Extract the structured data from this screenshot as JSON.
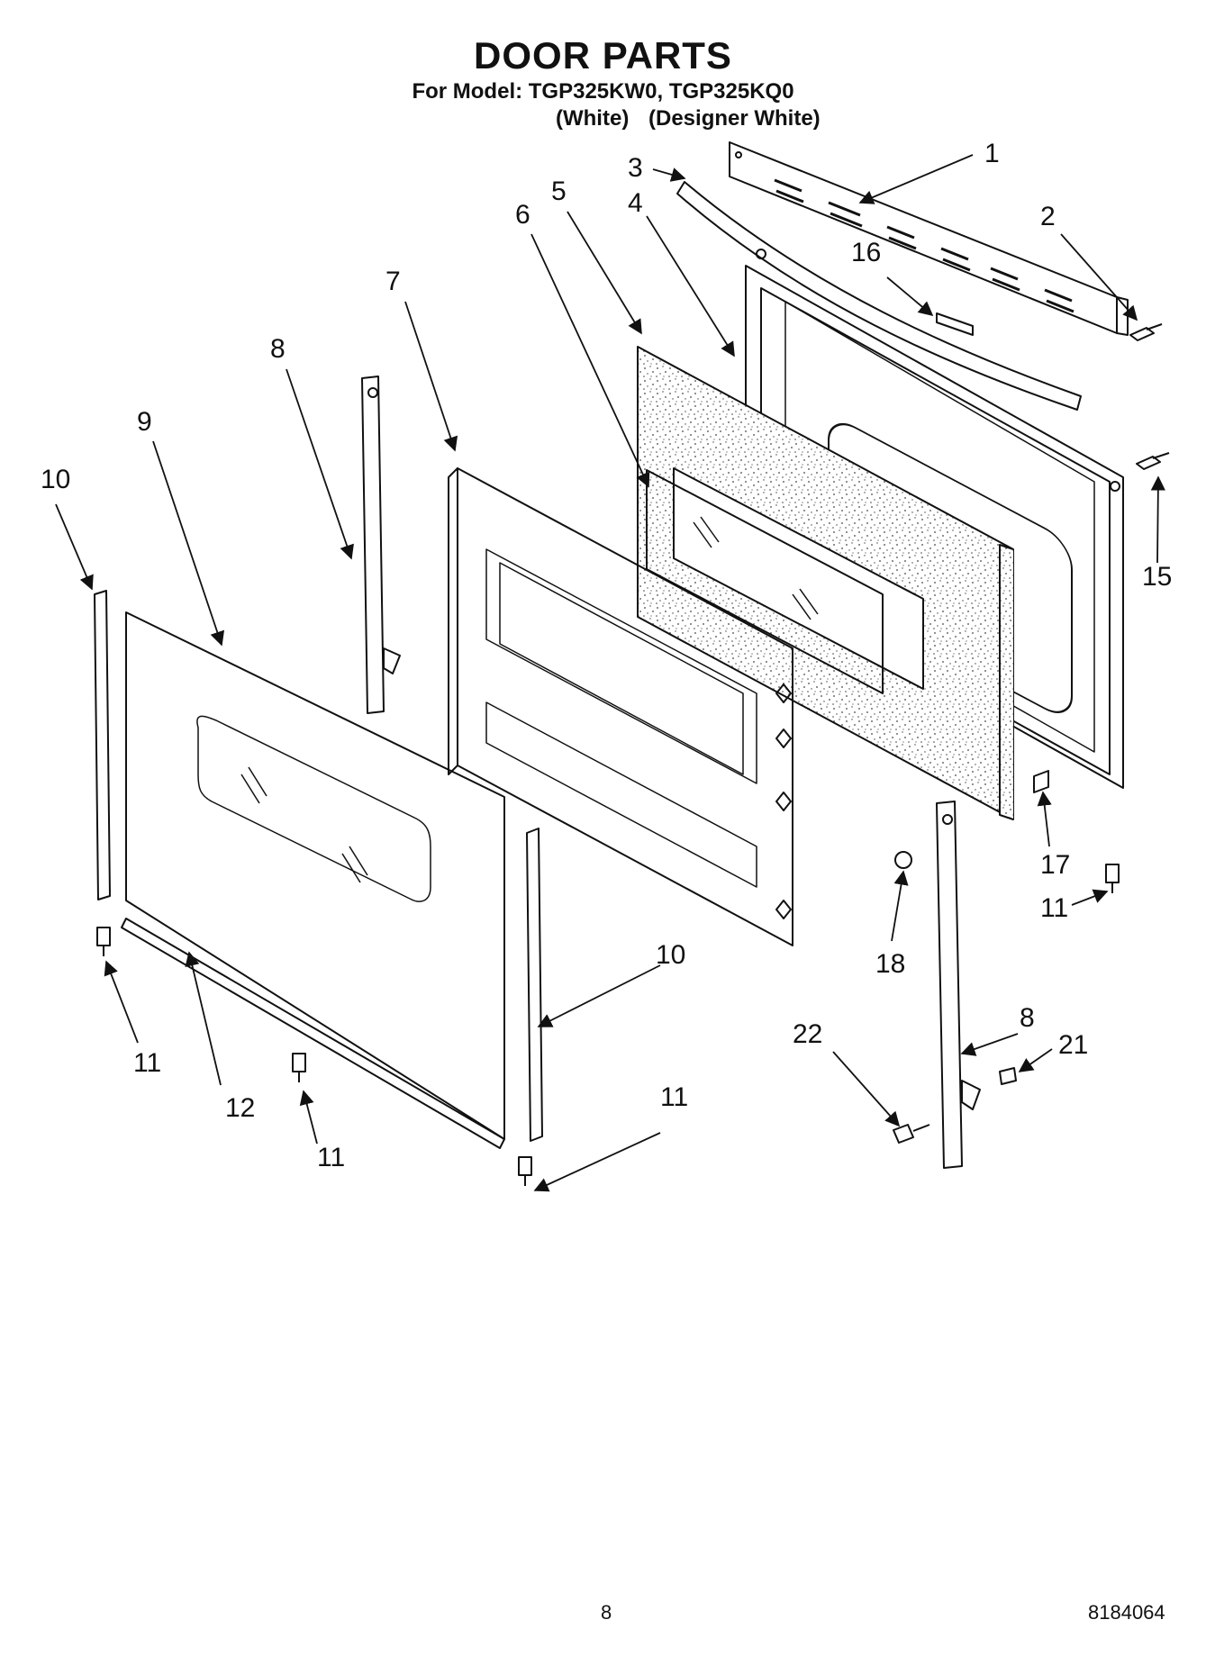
{
  "header": {
    "title": "DOOR PARTS",
    "model_line": "For Model: TGP325KW0, TGP325KQ0",
    "model_variant_1": "(White)",
    "model_variant_2": "(Designer White)"
  },
  "callouts": [
    {
      "id": "c1",
      "text": "1"
    },
    {
      "id": "c2",
      "text": "2"
    },
    {
      "id": "c3",
      "text": "3"
    },
    {
      "id": "c4",
      "text": "4"
    },
    {
      "id": "c5",
      "text": "5"
    },
    {
      "id": "c6",
      "text": "6"
    },
    {
      "id": "c7",
      "text": "7"
    },
    {
      "id": "c8a",
      "text": "8"
    },
    {
      "id": "c8b",
      "text": "8"
    },
    {
      "id": "c9",
      "text": "9"
    },
    {
      "id": "c10a",
      "text": "10"
    },
    {
      "id": "c10b",
      "text": "10"
    },
    {
      "id": "c11a",
      "text": "11"
    },
    {
      "id": "c11b",
      "text": "11"
    },
    {
      "id": "c11c",
      "text": "11"
    },
    {
      "id": "c11d",
      "text": "11"
    },
    {
      "id": "c12",
      "text": "12"
    },
    {
      "id": "c15",
      "text": "15"
    },
    {
      "id": "c16",
      "text": "16"
    },
    {
      "id": "c17",
      "text": "17"
    },
    {
      "id": "c18",
      "text": "18"
    },
    {
      "id": "c21",
      "text": "21"
    },
    {
      "id": "c22",
      "text": "22"
    }
  ],
  "footer": {
    "page_number": "8",
    "document_number": "8184064"
  }
}
